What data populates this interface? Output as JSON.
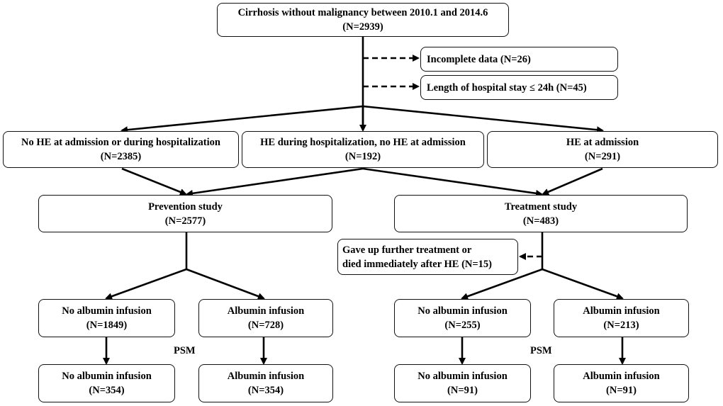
{
  "boxes": {
    "root": {
      "line1": "Cirrhosis without malignancy between 2010.1 and 2014.6",
      "line2": "(N=2939)"
    },
    "excl1": {
      "line1": "Incomplete data (N=26)"
    },
    "excl2": {
      "line1": "Length of hospital stay ≤ 24h (N=45)"
    },
    "noHE": {
      "line1": "No HE at admission or during hospitalization",
      "line2": "(N=2385)"
    },
    "heDuring": {
      "line1": "HE during hospitalization, no HE at admission",
      "line2": "(N=192)"
    },
    "heAdm": {
      "line1": "HE at admission",
      "line2": "(N=291)"
    },
    "prev": {
      "line1": "Prevention study",
      "line2": "(N=2577)"
    },
    "treat": {
      "line1": "Treatment study",
      "line2": "(N=483)"
    },
    "gaveUp": {
      "line1": "Gave up further treatment or",
      "line2": "died immediately after HE (N=15)"
    },
    "pNoAlb": {
      "line1": "No albumin infusion",
      "line2": "(N=1849)"
    },
    "pAlb": {
      "line1": "Albumin infusion",
      "line2": "(N=728)"
    },
    "tNoAlb": {
      "line1": "No albumin infusion",
      "line2": "(N=255)"
    },
    "tAlb": {
      "line1": "Albumin infusion",
      "line2": "(N=213)"
    },
    "pNoAlbM": {
      "line1": "No albumin infusion",
      "line2": "(N=354)"
    },
    "pAlbM": {
      "line1": "Albumin infusion",
      "line2": "(N=354)"
    },
    "tNoAlbM": {
      "line1": "No albumin infusion",
      "line2": "(N=91)"
    },
    "tAlbM": {
      "line1": "Albumin infusion",
      "line2": "(N=91)"
    }
  },
  "psm": {
    "left": "PSM",
    "right": "PSM"
  }
}
